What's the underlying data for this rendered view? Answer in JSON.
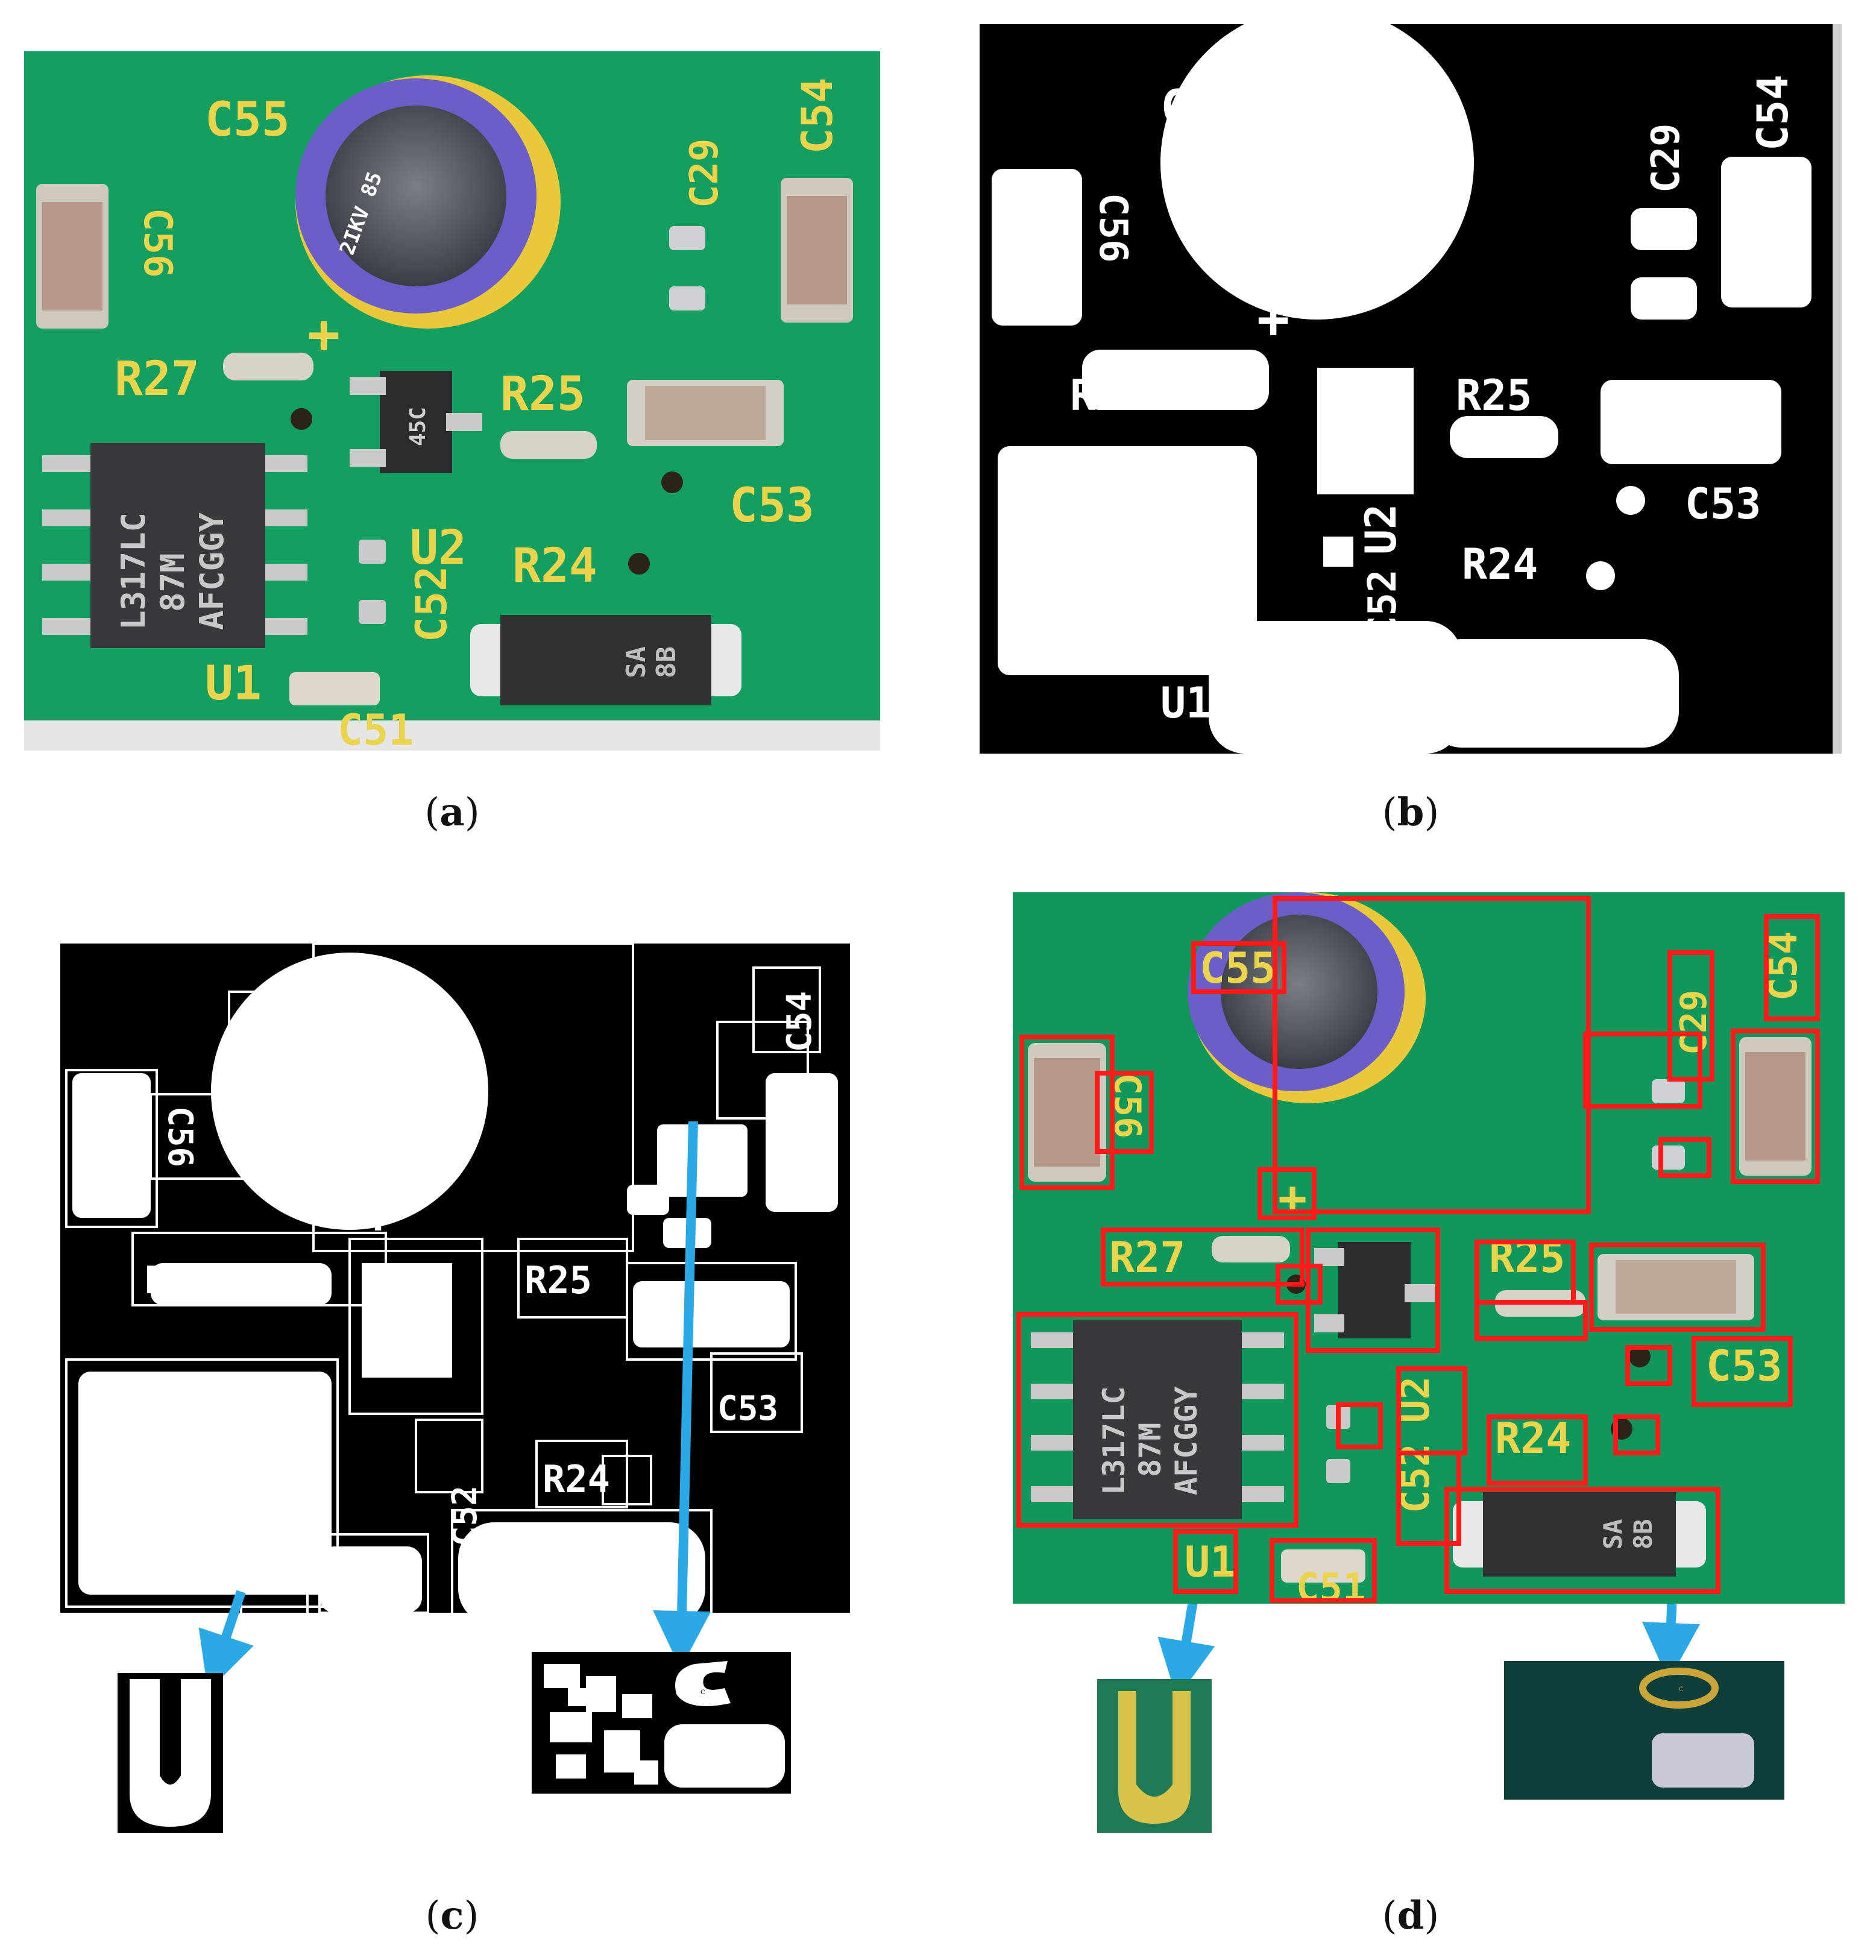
{
  "captions": {
    "a": "a",
    "b": "b",
    "c": "c",
    "d": "d"
  },
  "labels": {
    "c55": "C55",
    "c54": "C54",
    "c29": "C29",
    "c56": "C56",
    "r27": "R27",
    "r25": "R25",
    "r24": "R24",
    "c53": "C53",
    "c52": "C52",
    "c51": "C51",
    "u1": "U1",
    "u2": "U2",
    "plus": "+"
  },
  "chip_markings": {
    "u1_line1": "L317LC",
    "u1_line2": "87M",
    "u1_line3": "AFCGGY",
    "u2": "45C",
    "diode_line1": "SA",
    "diode_line2": "8B",
    "cap_side": "2IKV 85"
  },
  "crops": {
    "u_letter": "U",
    "c_letter": "C"
  },
  "colors": {
    "pcb_green": "#149e5f",
    "silkscreen": "#e9d44b",
    "bbox_red": "#ff1a1a",
    "arrow_blue": "#2aa9e6"
  }
}
